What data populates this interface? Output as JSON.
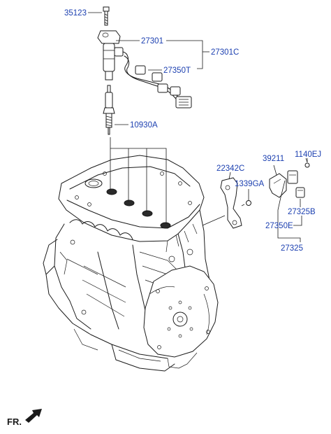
{
  "colors": {
    "label": "#1b3fb0",
    "line": "#1a1a1a",
    "background": "#ffffff"
  },
  "labels": {
    "p35123": "35123",
    "p27301": "27301",
    "p27301C": "27301C",
    "p27350T": "27350T",
    "p10930A": "10930A",
    "p22342C": "22342C",
    "p39211": "39211",
    "p1140EJ": "1140EJ",
    "p1339GA": "1339GA",
    "p27325B": "27325B",
    "p27350E": "27350E",
    "p27325": "27325"
  },
  "orientation": {
    "label": "FR.",
    "icon": "front-arrow-icon"
  }
}
